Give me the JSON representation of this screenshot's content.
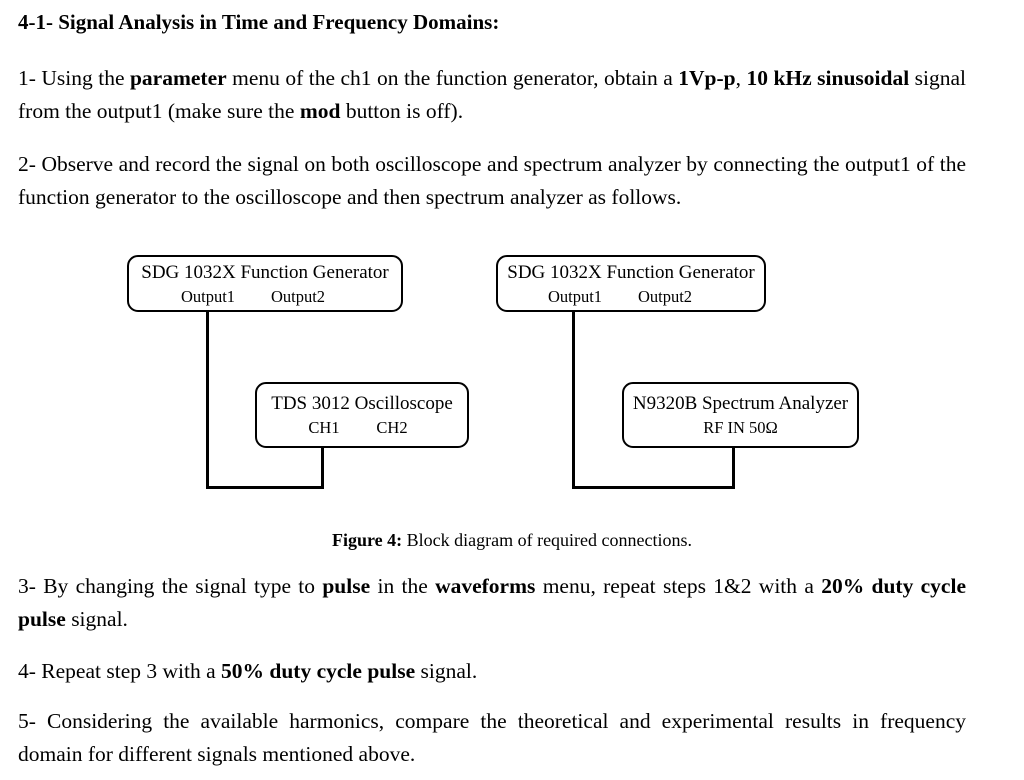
{
  "document": {
    "heading": "4-1- Signal Analysis in Time and Frequency Domains:",
    "steps": {
      "step1": {
        "p1": "1- Using the ",
        "b1": "parameter",
        "p2": " menu of the ch1 on the function generator, obtain a ",
        "b2": "1Vp-p",
        "p3": ", ",
        "b3": "10 kHz sinusoidal",
        "p4": " signal from the output1 (make sure the ",
        "b4": "mod",
        "p5": " button is off)."
      },
      "step2": {
        "p1": "2- Observe and record the signal on both oscilloscope and spectrum analyzer by connecting the output1 of the function generator to the oscilloscope and then spectrum analyzer as follows."
      },
      "step3": {
        "p1": "3- By changing the signal type to ",
        "b1": "pulse",
        "p2": " in the ",
        "b2": "waveforms",
        "p3": " menu, repeat steps 1&2 with a ",
        "b3": "20% duty cycle pulse",
        "p4": " signal."
      },
      "step4": {
        "p1": "4- Repeat step 3 with a ",
        "b1": "50% duty cycle pulse",
        "p2": " signal."
      },
      "step5": {
        "p1": "5- Considering the available harmonics, compare the theoretical and experimental results in frequency domain for different signals mentioned above."
      }
    },
    "figure": {
      "caption_label": "Figure 4:",
      "caption_text": " Block diagram of required connections.",
      "blocks": [
        {
          "id": "generator-left",
          "title": "SDG 1032X Function Generator",
          "ports": [
            "Output1",
            "Output2"
          ]
        },
        {
          "id": "oscilloscope",
          "title": "TDS 3012 Oscilloscope",
          "ports": [
            "CH1",
            "CH2"
          ]
        },
        {
          "id": "generator-right",
          "title": "SDG 1032X Function Generator",
          "ports": [
            "Output1",
            "Output2"
          ]
        },
        {
          "id": "spectrum-analyzer",
          "title": "N9320B Spectrum Analyzer",
          "ports": [
            "RF IN 50Ω"
          ]
        }
      ]
    }
  }
}
